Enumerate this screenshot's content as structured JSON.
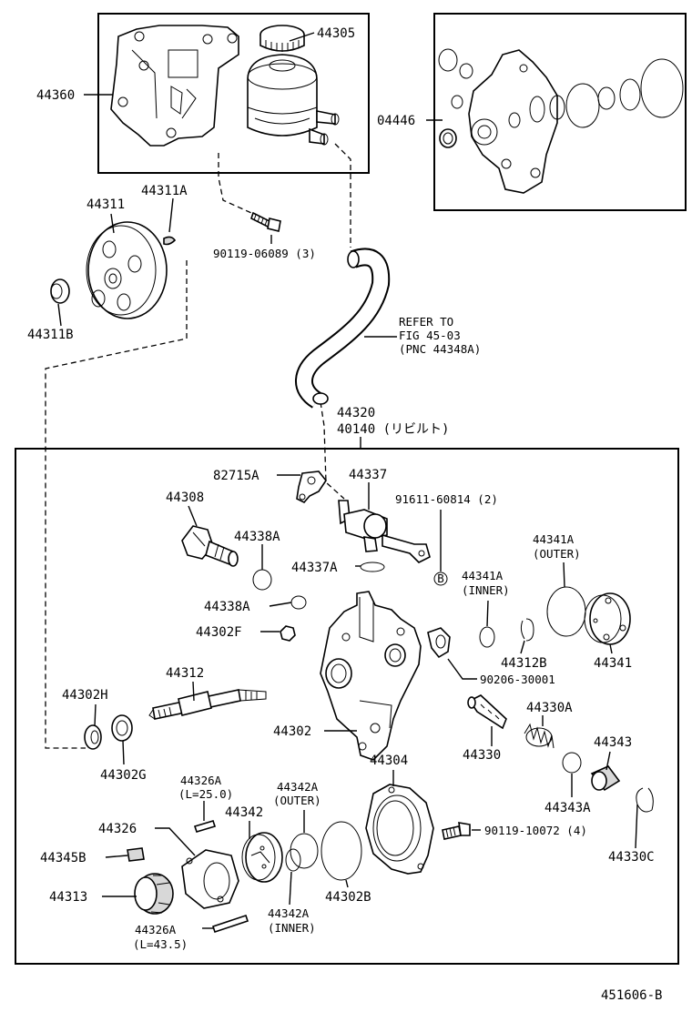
{
  "labels": {
    "p44305": "44305",
    "p44360": "44360",
    "p04446": "04446",
    "p44311": "44311",
    "p44311A": "44311A",
    "p44311B": "44311B",
    "p90119_06089": "90119-06089 (3)",
    "refer_line1": "REFER TO",
    "refer_line2": "FIG 45-03",
    "refer_line3": "(PNC 44348A)",
    "p44320": "44320",
    "p40140": "40140 (リビルト)",
    "p82715A": "82715A",
    "p44337": "44337",
    "p91611": "91611-60814 (2)",
    "p44308": "44308",
    "p44338A_1": "44338A",
    "p44337A": "44337A",
    "p44341A_outer_1": "44341A",
    "p44341A_outer_2": "(OUTER)",
    "p44341A_inner_1": "44341A",
    "p44341A_inner_2": "(INNER)",
    "p44338A_2": "44338A",
    "p44302F": "44302F",
    "p44312B": "44312B",
    "p44341": "44341",
    "p90206": "90206-30001",
    "p44312": "44312",
    "p44302H": "44302H",
    "p44302": "44302",
    "p44330A": "44330A",
    "p44330": "44330",
    "p44343": "44343",
    "p44302G": "44302G",
    "p44304": "44304",
    "p44326A_1a": "44326A",
    "p44326A_1b": "(L=25.0)",
    "p44342A_outer_1": "44342A",
    "p44342A_outer_2": "(OUTER)",
    "p44343A": "44343A",
    "p44342": "44342",
    "p44326": "44326",
    "p90119_10072": "90119-10072 (4)",
    "p44345B": "44345B",
    "p44330C": "44330C",
    "p44313": "44313",
    "p44302B": "44302B",
    "p44342A_inner_1": "44342A",
    "p44342A_inner_2": "(INNER)",
    "p44326A_2a": "44326A",
    "p44326A_2b": "(L=43.5)",
    "circle_b": "B",
    "drawing_no": "451606-B"
  }
}
